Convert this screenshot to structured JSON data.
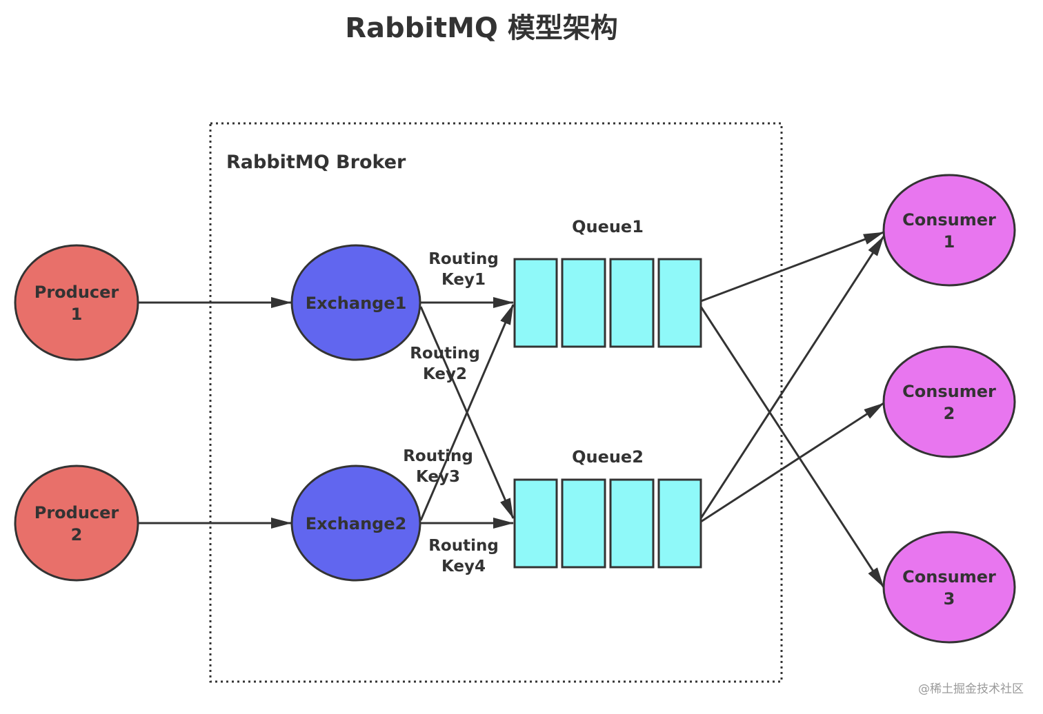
{
  "title": "RabbitMQ 模型架构",
  "broker_label": "RabbitMQ Broker",
  "producers": [
    {
      "line1": "Producer",
      "line2": "1"
    },
    {
      "line1": "Producer",
      "line2": "2"
    }
  ],
  "exchanges": [
    "Exchange1",
    "Exchange2"
  ],
  "queues": [
    "Queue1",
    "Queue2"
  ],
  "consumers": [
    {
      "line1": "Consumer",
      "line2": "1"
    },
    {
      "line1": "Consumer",
      "line2": "2"
    },
    {
      "line1": "Consumer",
      "line2": "3"
    }
  ],
  "routing_keys": [
    {
      "line1": "Routing",
      "line2": "Key1"
    },
    {
      "line1": "Routing",
      "line2": "Key2"
    },
    {
      "line1": "Routing",
      "line2": "Key3"
    },
    {
      "line1": "Routing",
      "line2": "Key4"
    }
  ],
  "watermark": "@稀土掘金技术社区",
  "colors": {
    "producer": "#e8706a",
    "exchange": "#6166ef",
    "queue_cell": "#8ff9f9",
    "consumer": "#e876ef",
    "stroke": "#333333"
  }
}
